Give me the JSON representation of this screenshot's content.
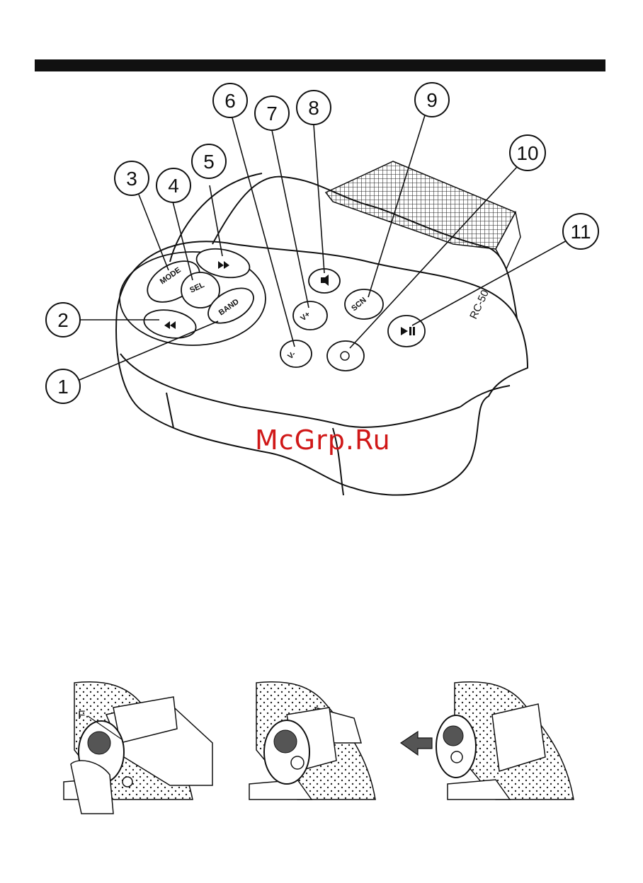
{
  "device": {
    "model": "RC-50",
    "buttons": {
      "mode": "MODE",
      "sel": "SEL",
      "band": "BAND",
      "volume_up": "V+",
      "volume_down": "V-",
      "scan": "SCN"
    }
  },
  "callouts": [
    "1",
    "2",
    "3",
    "4",
    "5",
    "6",
    "7",
    "8",
    "9",
    "10",
    "11"
  ],
  "install_step1_marker": "F",
  "watermark": "McGrp.Ru"
}
